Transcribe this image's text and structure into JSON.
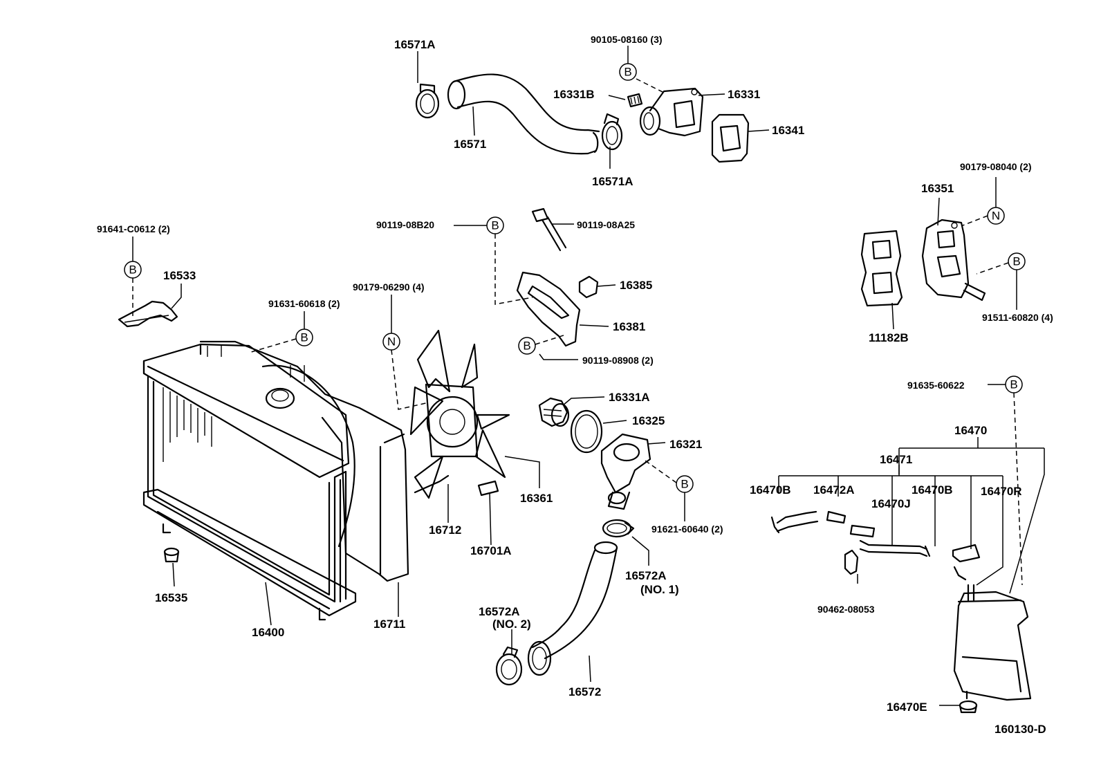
{
  "diagram": {
    "code": "160130-D",
    "callouts": {
      "c16571A_top": "16571A",
      "c16571": "16571",
      "c16571A_bot": "16571A",
      "c90105": "90105-08160 (3)",
      "c16331B": "16331B",
      "c16331": "16331",
      "c16341": "16341",
      "c90179_08040": "90179-08040 (2)",
      "c16351": "16351",
      "c11182B": "11182B",
      "c91511": "91511-60820 (4)",
      "c91641": "91641-C0612 (2)",
      "c16533": "16533",
      "c91631": "91631-60618 (2)",
      "c90119_08B20": "90119-08B20",
      "c90119_08A25": "90119-08A25",
      "c90179_06290": "90179-06290 (4)",
      "c16385": "16385",
      "c16381": "16381",
      "c90119_08908": "90119-08908 (2)",
      "c16331A": "16331A",
      "c16325": "16325",
      "c16321": "16321",
      "c91621": "91621-60640 (2)",
      "c16361": "16361",
      "c16712": "16712",
      "c16701A": "16701A",
      "c16572A_no1": "16572A",
      "c16572A_no1_sub": "(NO. 1)",
      "c16572A_no2": "16572A",
      "c16572A_no2_sub": "(NO. 2)",
      "c16572": "16572",
      "c16535": "16535",
      "c16400": "16400",
      "c16711": "16711",
      "c91635": "91635-60622",
      "c16470": "16470",
      "c16471": "16471",
      "c16470B_left": "16470B",
      "c16472A": "16472A",
      "c16470J": "16470J",
      "c16470B_right": "16470B",
      "c16470R": "16470R",
      "c90462": "90462-08053",
      "c16470E": "16470E"
    },
    "markers": {
      "bolt": "B",
      "nut": "N"
    }
  }
}
